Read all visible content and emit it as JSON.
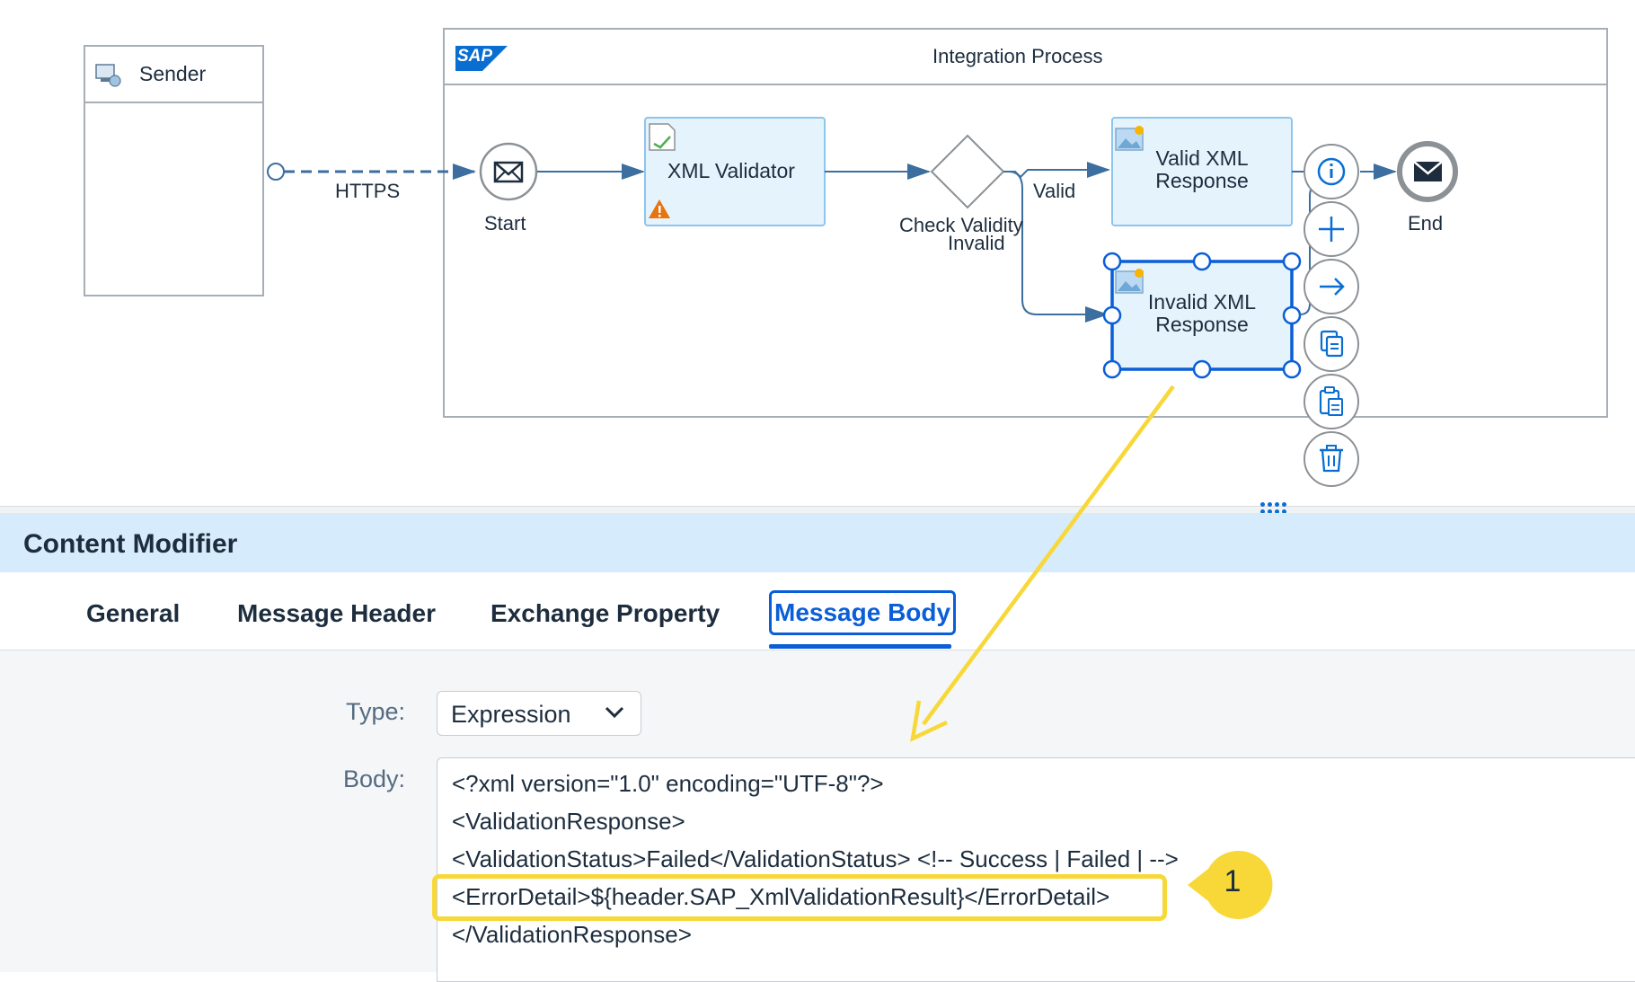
{
  "diagram": {
    "sender_label": "Sender",
    "process_title": "Integration Process",
    "sap_logo_text": "SAP",
    "connection_label": "HTTPS",
    "start_label": "Start",
    "end_label": "End",
    "xml_validator_label": "XML Validator",
    "gateway_label": "Check Validity",
    "route_valid_label": "Valid",
    "route_invalid_label": "Invalid",
    "valid_response_label_line1": "Valid XML",
    "valid_response_label_line2": "Response",
    "invalid_response_label_line1": "Invalid XML",
    "invalid_response_label_line2": "Response",
    "context_actions": [
      "info-icon",
      "add-icon",
      "connect-arrow-icon",
      "copy-icon",
      "paste-icon",
      "delete-icon"
    ]
  },
  "panel": {
    "title": "Content Modifier",
    "tabs": [
      {
        "label": "General",
        "active": false
      },
      {
        "label": "Message Header",
        "active": false
      },
      {
        "label": "Exchange Property",
        "active": false
      },
      {
        "label": "Message Body",
        "active": true
      }
    ],
    "type_label": "Type:",
    "type_value": "Expression",
    "body_label": "Body:",
    "body_lines": [
      "<?xml version=\"1.0\" encoding=\"UTF-8\"?>",
      "<ValidationResponse>",
      "<ValidationStatus>Failed</ValidationStatus> <!-- Success | Failed | -->",
      "<ErrorDetail>${header.SAP_XmlValidationResult}</ErrorDetail>",
      "</ValidationResponse>"
    ]
  },
  "annotation": {
    "callout_number": "1",
    "highlight_color": "#f8d838"
  },
  "colors": {
    "accent": "#0a6ed1",
    "selected_border": "#0a5ed7",
    "step_fill": "#e5f3fd",
    "header_bg": "#d6ebfb",
    "warning": "#e9730c"
  }
}
